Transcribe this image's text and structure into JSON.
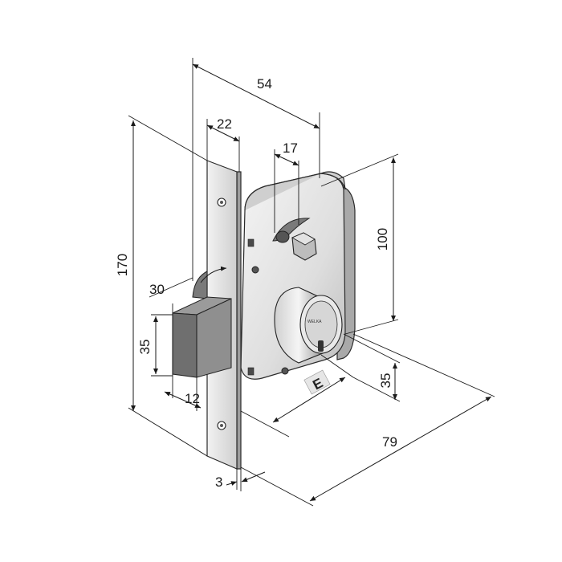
{
  "diagram": {
    "product_brand": "WELKA",
    "dimensions": {
      "total_depth": "54",
      "backset": "22",
      "follower_offset": "17",
      "faceplate_height": "170",
      "handle_spacing": "100",
      "latch_throw": "30",
      "latch_height": "35",
      "latch_width": "12",
      "cylinder_height": "35",
      "case_length": "79",
      "faceplate_thickness": "3",
      "entry_label": "E"
    },
    "colors": {
      "metal_light": "#eeeeee",
      "metal_mid": "#d2d2d2",
      "metal_dark": "#8a8a8a",
      "latch_face": "#6f6f6f",
      "line": "#1a1a1a"
    }
  }
}
